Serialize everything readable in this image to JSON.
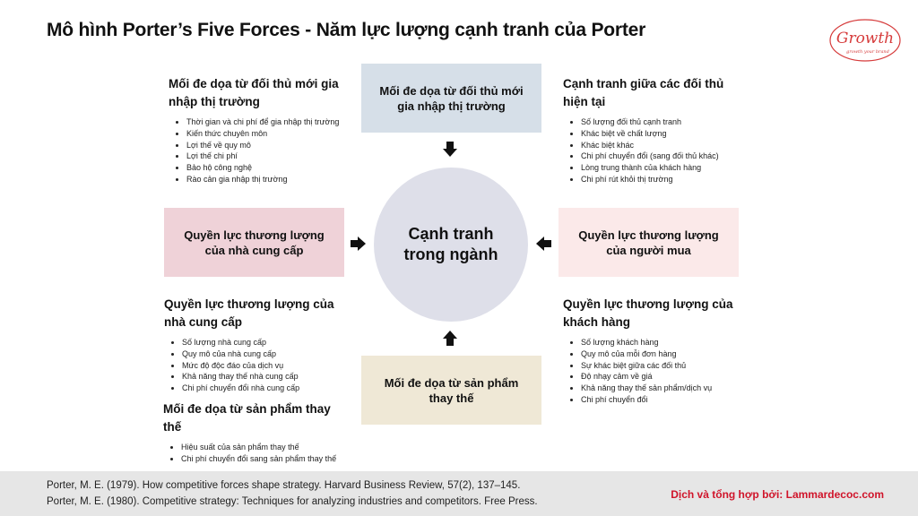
{
  "title": "Mô hình Porter’s Five Forces - Năm lực lượng cạnh tranh của Porter",
  "logo": {
    "text": "Growth",
    "tagline": "growth your brand",
    "color": "#d63b3b"
  },
  "center": "Cạnh tranh trong ngành",
  "boxes": {
    "top": "Mối đe dọa từ đối thủ mới gia nhập thị trường",
    "left": "Quyền lực thương lượng của nhà cung cấp",
    "right": "Quyền lực thương lượng của người mua",
    "bottom": "Mối đe dọa từ sản phẩm thay thế"
  },
  "info": {
    "top_left": {
      "heading": "Mối đe dọa từ đối thủ mới gia nhập thị trường",
      "items": [
        "Thời gian và chi phí để gia nhập thị trường",
        "Kiến thức chuyên môn",
        "Lợi thế về quy mô",
        "Lợi thế chi phí",
        "Bảo hộ công nghệ",
        "Rào cản gia nhập thị trường"
      ]
    },
    "top_right": {
      "heading": "Cạnh tranh giữa các đối thủ hiện tại",
      "items": [
        "Số lượng đối thủ cạnh tranh",
        "Khác biệt về chất lượng",
        "Khác biệt khác",
        "Chi phí chuyển đổi (sang đối thủ khác)",
        "Lòng trung thành của khách hàng",
        "Chi phí rút khỏi thị trường"
      ]
    },
    "mid_left": {
      "heading": "Quyền lực thương lượng của nhà cung cấp",
      "items": [
        "Số lượng nhà cung cấp",
        "Quy mô của nhà cung cấp",
        "Mức độ độc đáo của dịch vụ",
        "Khả năng thay thế nhà cung cấp",
        "Chi phí chuyển đổi nhà cung cấp"
      ]
    },
    "mid_right": {
      "heading": "Quyền lực thương lượng của khách hàng",
      "items": [
        "Số lượng khách hàng",
        "Quy mô của mỗi đơn hàng",
        "Sự khác biệt giữa các đối thủ",
        "Độ nhạy cảm về giá",
        "Khả năng thay thế sản phẩm/dịch vụ",
        "Chi phí chuyển đổi"
      ]
    },
    "bottom_left": {
      "heading": "Mối đe dọa từ sản phẩm thay thế",
      "items": [
        "Hiệu suất của sản phẩm thay thế",
        "Chi phí chuyển đổi sang sản phẩm thay thế"
      ]
    }
  },
  "references": [
    "Porter, M. E. (1979). How competitive forces shape strategy. Harvard Business Review, 57(2), 137–145.",
    "Porter, M. E. (1980). Competitive strategy: Techniques for analyzing industries and competitors. Free Press."
  ],
  "credit": "Dịch và tổng hợp bởi: Lammardecoc.com"
}
